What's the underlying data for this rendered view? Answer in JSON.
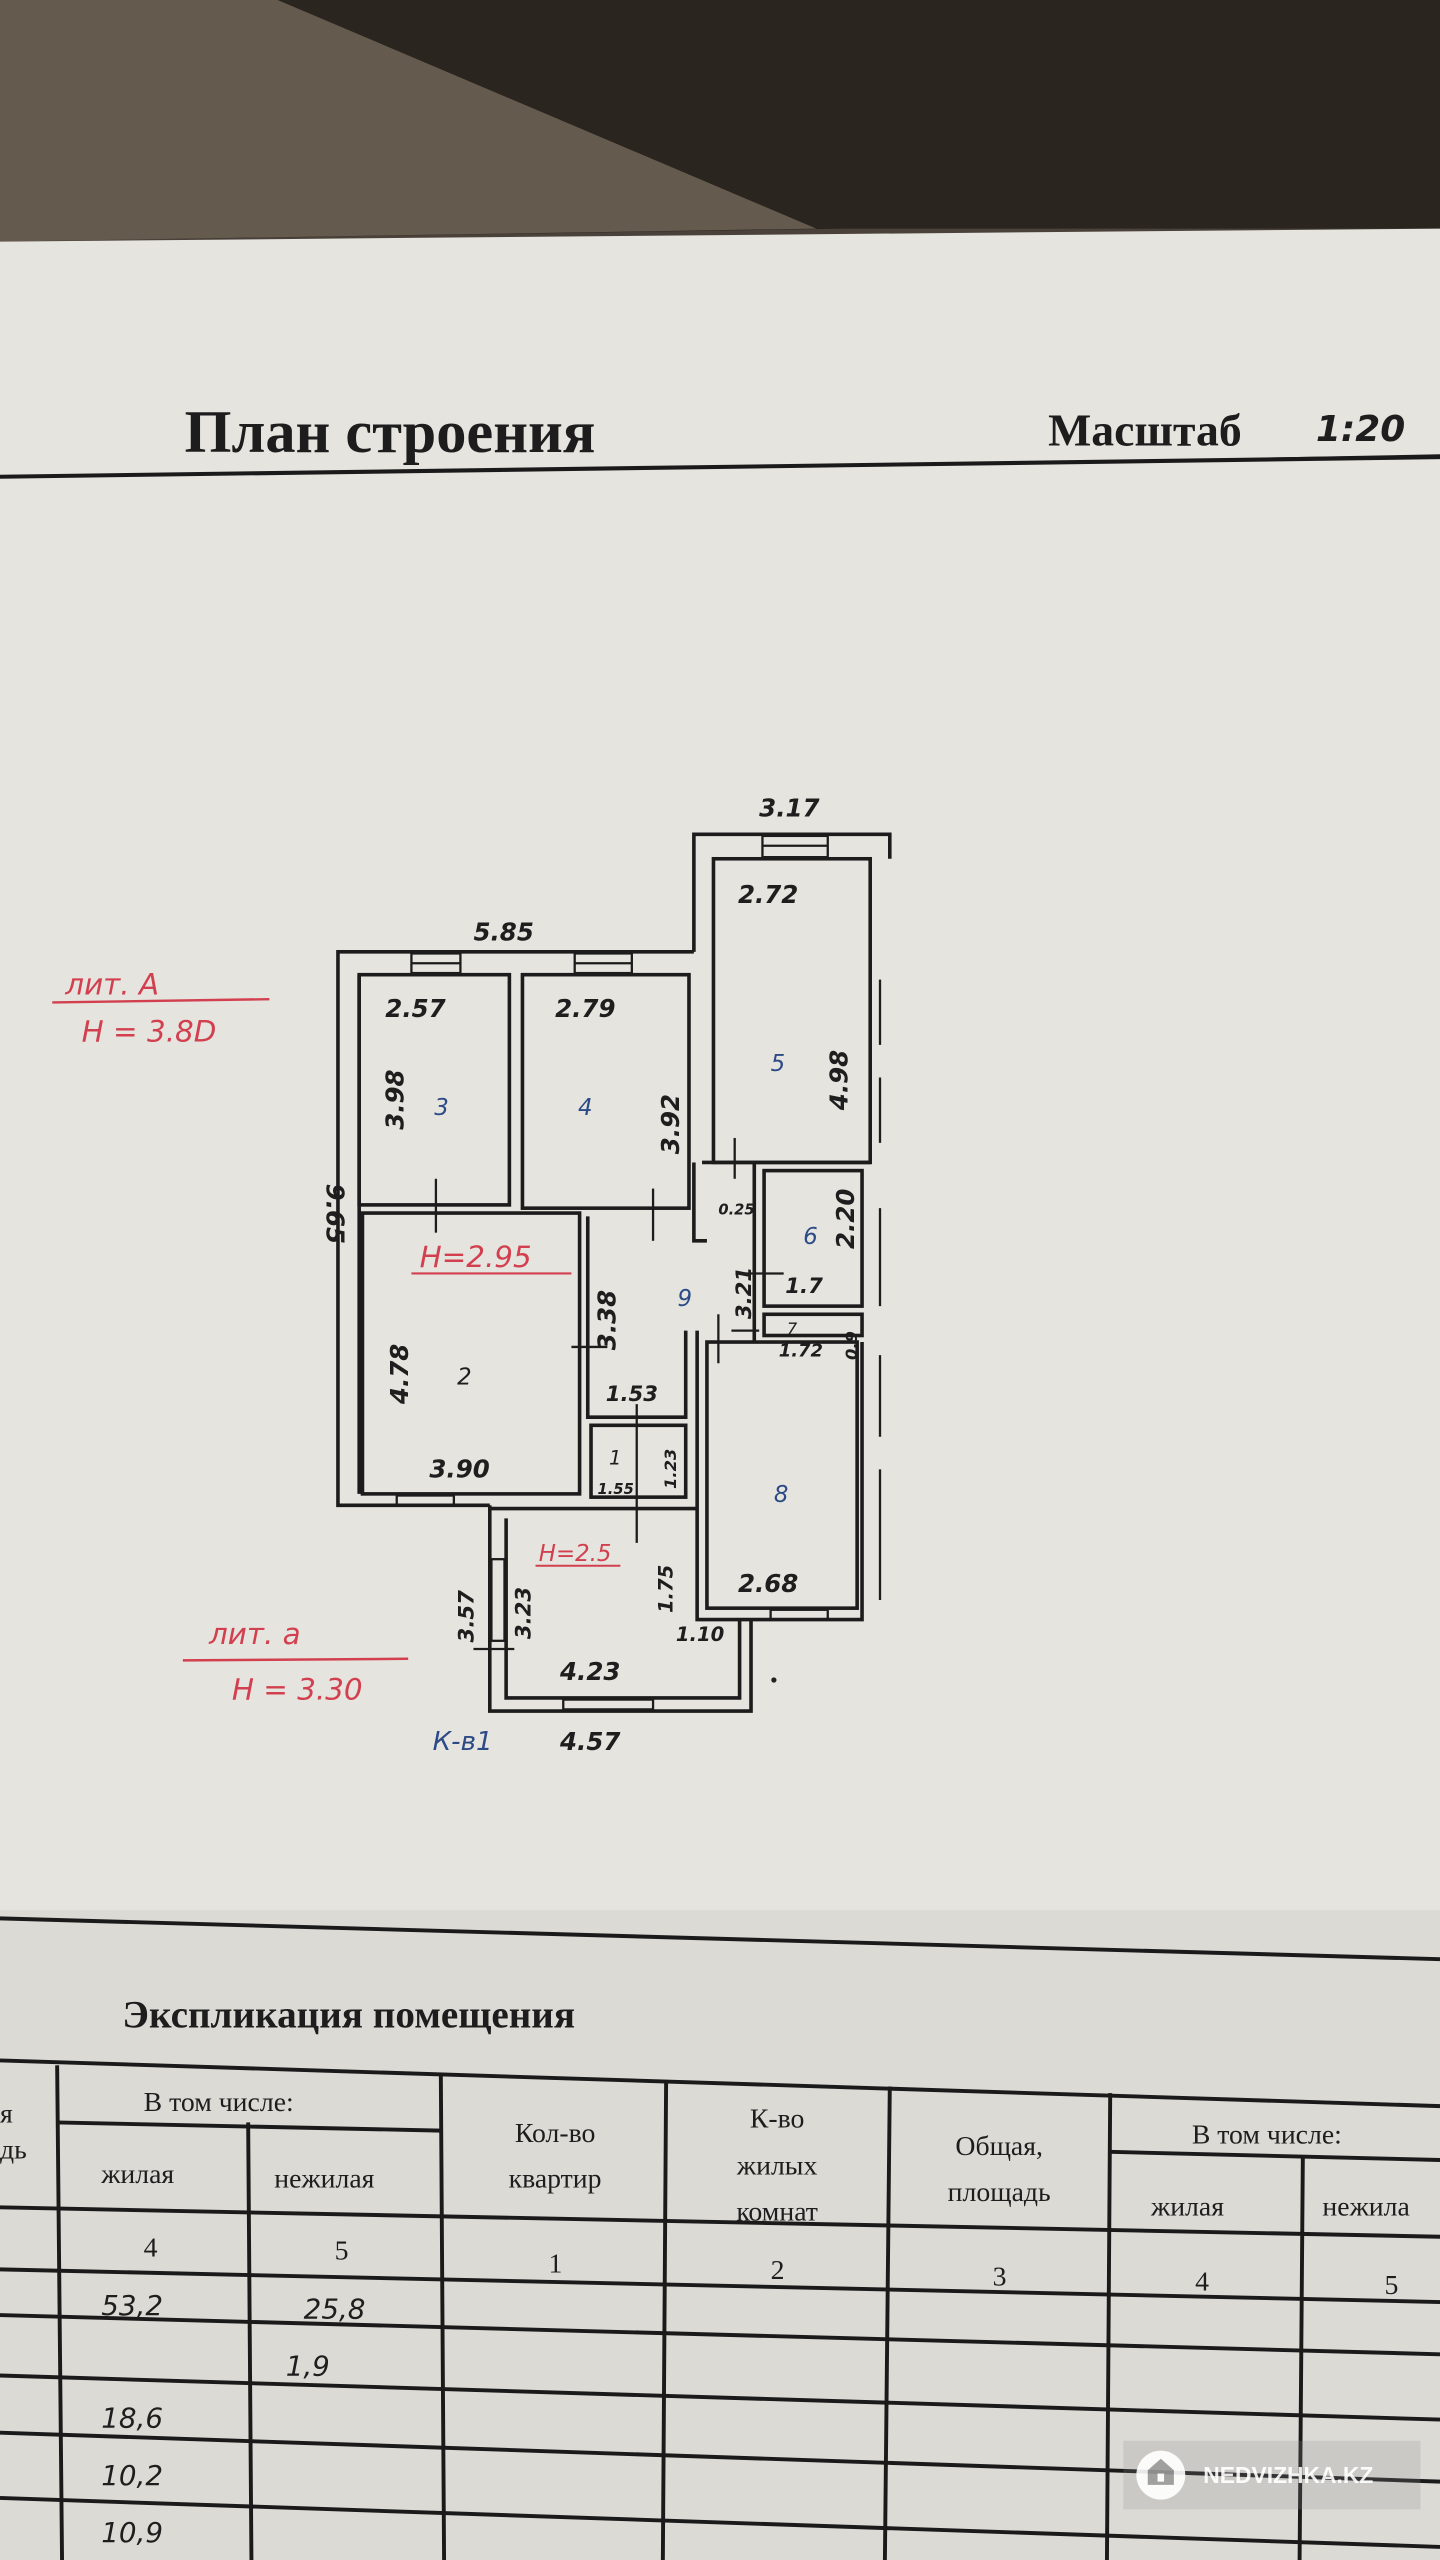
{
  "header": {
    "title": "План строения",
    "scale_label": "Масштаб",
    "scale_value": "1:20"
  },
  "plan": {
    "lit_main": {
      "label": "лит. А",
      "height": "Н = 3.8D"
    },
    "lit_annex": {
      "label": "лит. а",
      "height": "Н = 3.30"
    },
    "heights": {
      "main_inner": "Н=2.95",
      "annex_inner": "Н=2.5"
    },
    "apartment": "К-в1",
    "rooms": [
      "3",
      "4",
      "5",
      "2",
      "9",
      "6",
      "7",
      "1",
      "8"
    ],
    "dims": [
      "3.17",
      "2.72",
      "5.85",
      "2.57",
      "2.79",
      "3.98",
      "3.92",
      "4.98",
      "0.25",
      "2.20",
      "1.7",
      "3.21",
      "3.38",
      "1.72",
      "4.78",
      "1.53",
      "3.90",
      "1.55",
      "1.23",
      "2.68",
      "1.75",
      "3.57",
      "3.23",
      "1.10",
      "4.23",
      "4.57",
      "9.65",
      "0.9"
    ]
  },
  "explication": {
    "title": "Экспликация помещения",
    "left_partial": [
      "я",
      "дь"
    ],
    "group_header": "В том числе:",
    "col_living": "жилая",
    "col_nonliving": "нежилая",
    "col_apartments": "Кол-во квартир",
    "col_rooms": "К-во жилых комнат",
    "col_total": "Общая, площадь",
    "group_header2": "В том числе:",
    "col_living2": "жилая",
    "col_nonliving2": "нежила",
    "col_numbers_left": [
      "4",
      "5"
    ],
    "col_numbers_right": [
      "1",
      "2",
      "3",
      "4",
      "5"
    ],
    "rows": [
      {
        "living": "53,2",
        "nonliving": "25,8"
      },
      {
        "living": "",
        "nonliving": "1,9"
      },
      {
        "living": "18,6",
        "nonliving": ""
      },
      {
        "living": "10,2",
        "nonliving": ""
      },
      {
        "living": "10,9",
        "nonliving": ""
      }
    ]
  },
  "watermark": "NEDVIZHKA.KZ"
}
